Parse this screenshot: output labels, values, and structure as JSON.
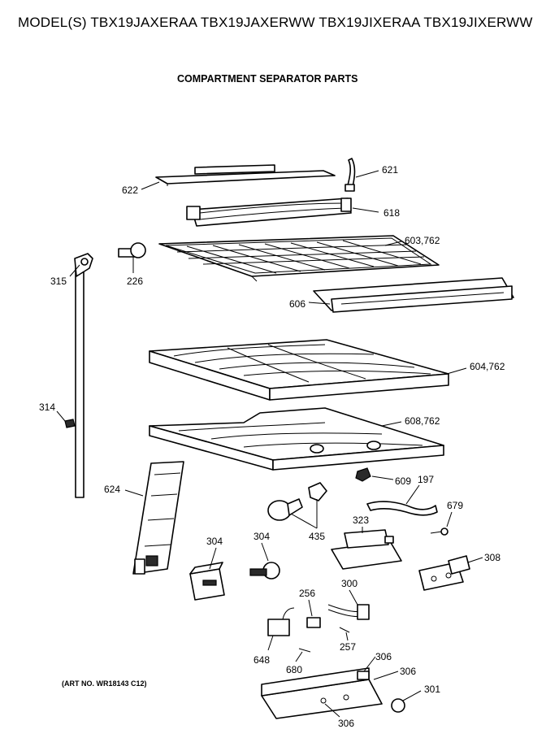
{
  "header": {
    "model_line": "MODEL(S) TBX19JAXERAA TBX19JAXERWW TBX19JIXERAA TBX19JIXERWW",
    "section_title": "COMPARTMENT SEPARATOR PARTS"
  },
  "footer": {
    "art_number": "(ART NO. WR18143 C12)"
  },
  "callouts": {
    "c622": "622",
    "c621": "621",
    "c618": "618",
    "c603": "603,762",
    "c315": "315",
    "c226": "226",
    "c606": "606",
    "c604": "604,762",
    "c314": "314",
    "c608": "608,762",
    "c624": "624",
    "c609": "609",
    "c197": "197",
    "c679": "679",
    "c435": "435",
    "c323": "323",
    "c304a": "304",
    "c304b": "304",
    "c308": "308",
    "c256": "256",
    "c300": "300",
    "c648": "648",
    "c257": "257",
    "c680": "680",
    "c306a": "306",
    "c306b": "306",
    "c306c": "306",
    "c301": "301"
  }
}
